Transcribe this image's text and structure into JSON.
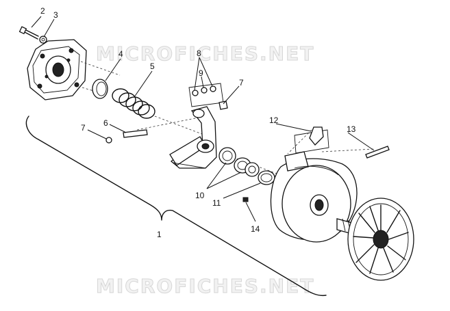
{
  "watermark": {
    "top": "MICROFICHES.NET",
    "bottom": "MICROFICHES.NET"
  },
  "callouts": {
    "c1": "1",
    "c2": "2",
    "c3": "3",
    "c4": "4",
    "c5": "5",
    "c6": "6",
    "c7a": "7",
    "c7b": "7",
    "c8": "8",
    "c9": "9",
    "c10": "10",
    "c11": "11",
    "c12": "12",
    "c13": "13",
    "c14": "14"
  }
}
